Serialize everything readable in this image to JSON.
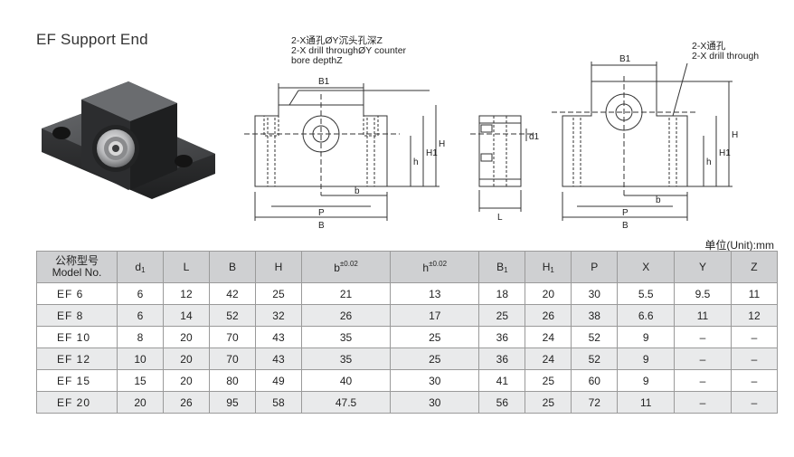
{
  "title": "EF Support End",
  "notes": {
    "left_line1": "2-X通孔ØY沉头孔深Z",
    "left_line2": "2-X drill throughØY counter",
    "left_line3": "bore depthZ",
    "right_line1": "2-X通孔",
    "right_line2": "2-X drill through"
  },
  "dim_labels": {
    "B1": "B1",
    "B": "B",
    "P": "P",
    "b": "b",
    "h": "h",
    "H1": "H1",
    "H": "H",
    "d1": "d1",
    "L": "L"
  },
  "unit": "单位(Unit):mm",
  "table": {
    "header": {
      "model_cn": "公称型号",
      "model_en": "Model No.",
      "d1_main": "d",
      "d1_sub": "1",
      "L": "L",
      "B": "B",
      "H": "H",
      "b_main": "b",
      "b_tol": "±0.02",
      "h_main": "h",
      "h_tol": "±0.02",
      "B1_main": "B",
      "B1_sub": "1",
      "H1_main": "H",
      "H1_sub": "1",
      "P": "P",
      "X": "X",
      "Y": "Y",
      "Z": "Z"
    },
    "rows": [
      {
        "model": "EF  6",
        "d1": "6",
        "L": "12",
        "B": "42",
        "H": "25",
        "b": "21",
        "h": "13",
        "B1": "18",
        "H1": "20",
        "P": "30",
        "X": "5.5",
        "Y": "9.5",
        "Z": "11"
      },
      {
        "model": "EF  8",
        "d1": "6",
        "L": "14",
        "B": "52",
        "H": "32",
        "b": "26",
        "h": "17",
        "B1": "25",
        "H1": "26",
        "P": "38",
        "X": "6.6",
        "Y": "11",
        "Z": "12"
      },
      {
        "model": "EF 10",
        "d1": "8",
        "L": "20",
        "B": "70",
        "H": "43",
        "b": "35",
        "h": "25",
        "B1": "36",
        "H1": "24",
        "P": "52",
        "X": "9",
        "Y": "–",
        "Z": "–"
      },
      {
        "model": "EF 12",
        "d1": "10",
        "L": "20",
        "B": "70",
        "H": "43",
        "b": "35",
        "h": "25",
        "B1": "36",
        "H1": "24",
        "P": "52",
        "X": "9",
        "Y": "–",
        "Z": "–"
      },
      {
        "model": "EF 15",
        "d1": "15",
        "L": "20",
        "B": "80",
        "H": "49",
        "b": "40",
        "h": "30",
        "B1": "41",
        "H1": "25",
        "P": "60",
        "X": "9",
        "Y": "–",
        "Z": "–"
      },
      {
        "model": "EF 20",
        "d1": "20",
        "L": "26",
        "B": "95",
        "H": "58",
        "b": "47.5",
        "h": "30",
        "B1": "56",
        "H1": "25",
        "P": "72",
        "X": "11",
        "Y": "–",
        "Z": "–"
      }
    ]
  }
}
